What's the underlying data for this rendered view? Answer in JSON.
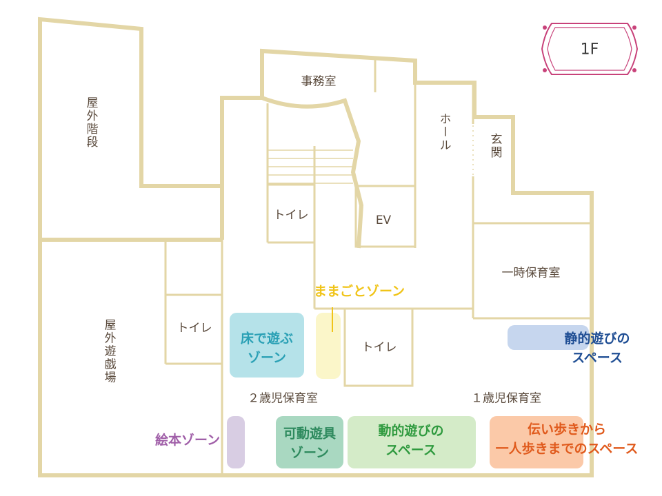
{
  "floor_label": "1F",
  "rooms": {
    "outdoor_stairs": "屋外階段",
    "office": "事務室",
    "hall": "ホール",
    "entrance": "玄関",
    "toilet_upper": "トイレ",
    "elevator": "EV",
    "temporary_care": "一時保育室",
    "outdoor_playground": "屋外遊戯場",
    "toilet_left": "トイレ",
    "toilet_center": "トイレ",
    "age2_room": "２歳児保育室",
    "age1_room": "１歳児保育室"
  },
  "zones": {
    "pretend_play": {
      "label": "ままごとゾーン",
      "color": "#f0c419",
      "fill": "#fbf6c9"
    },
    "floor_play": {
      "line1": "床で遊ぶ",
      "line2": "ゾーン",
      "color": "#2aa0b5",
      "fill": "#b5e2e9"
    },
    "quiet_play": {
      "line1": "静的遊びの",
      "line2": "スペース",
      "color": "#1f4e94",
      "fill": "#c6d6ee"
    },
    "picture_books": {
      "label": "絵本ゾーン",
      "color": "#a05fa8",
      "fill": "#d8cde3"
    },
    "movable_toys": {
      "line1": "可動遊具",
      "line2": "ゾーン",
      "color": "#2e8a5e",
      "fill": "#a9d8c1"
    },
    "active_play": {
      "line1": "動的遊びの",
      "line2": "スペース",
      "color": "#2f9a3f",
      "fill": "#d4ebc8"
    },
    "walking_space": {
      "line1": "伝い歩きから",
      "line2": "一人歩きまでのスペース",
      "color": "#e05a1c",
      "fill": "#fbc9a8"
    }
  }
}
